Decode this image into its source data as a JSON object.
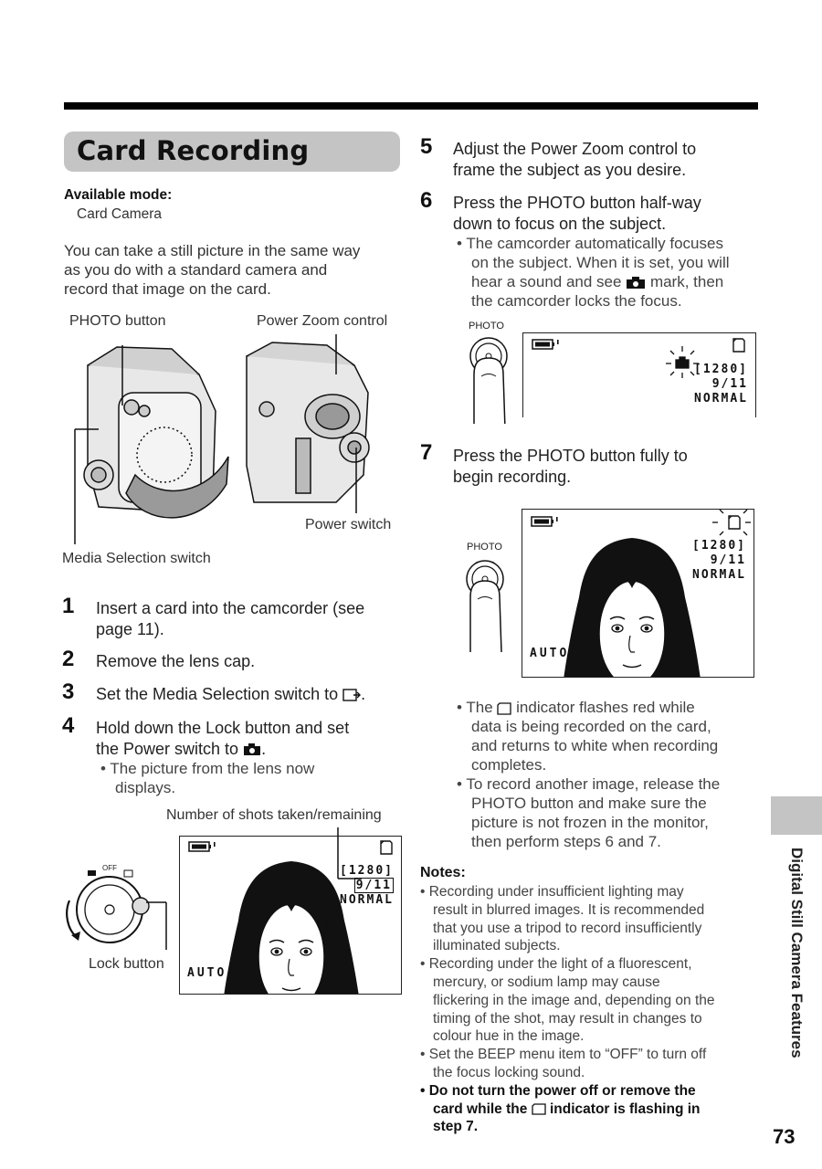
{
  "title": "Card Recording",
  "available_mode": {
    "label": "Available mode:",
    "value": "Card Camera"
  },
  "intro": [
    "You can take a still picture in the same way",
    "as you do with a standard camera and",
    "record that image on the card."
  ],
  "callouts": {
    "photo_button": "PHOTO button",
    "power_zoom": "Power Zoom control",
    "power_switch": "Power switch",
    "media_switch": "Media Selection switch",
    "shots_label": "Number of shots taken/remaining",
    "lock_button": "Lock button",
    "photo_small": "PHOTO",
    "dial_off": "OFF"
  },
  "steps_left": [
    {
      "num": "1",
      "lines": [
        "Insert a card into the camcorder (see",
        "page 11)."
      ]
    },
    {
      "num": "2",
      "lines": [
        "Remove the lens cap."
      ]
    },
    {
      "num": "3",
      "lines": [
        "Set the Media Selection switch to",
        "."
      ]
    },
    {
      "num": "4",
      "lines": [
        "Hold down the Lock button and set",
        "the Power switch to",
        "."
      ]
    }
  ],
  "step4_bullet": [
    "The picture from the lens now",
    "displays."
  ],
  "steps_right": [
    {
      "num": "5",
      "lines": [
        "Adjust the Power Zoom control to",
        "frame the subject as you desire."
      ]
    },
    {
      "num": "6",
      "lines": [
        "Press the PHOTO button half-way",
        "down to focus on the subject."
      ]
    },
    {
      "num": "7",
      "lines": [
        "Press the PHOTO button fully to",
        "begin recording."
      ]
    }
  ],
  "step6_bullet": [
    "The camcorder automatically focuses",
    "on the subject. When it is set, you will",
    "hear a sound and see",
    "mark, then",
    "the camcorder locks the focus."
  ],
  "step7_bullets": [
    [
      "The",
      "indicator flashes red while",
      "data is being recorded on the card,",
      "and returns to white when recording",
      "completes."
    ],
    [
      "To record another image, release the",
      "PHOTO button and make sure the",
      "picture is not frozen in the monitor,",
      "then perform steps 6 and 7."
    ]
  ],
  "osd": {
    "res": "[1280]",
    "count": "9/11",
    "quality": "NORMAL",
    "auto": "AUTO"
  },
  "notes": {
    "heading": "Notes:",
    "items": [
      [
        "Recording under insufficient lighting may",
        "result in blurred images. It is recommended",
        "that you use a tripod to record insufficiently",
        "illuminated subjects."
      ],
      [
        "Recording under the light of a fluorescent,",
        "mercury, or sodium lamp may cause",
        "flickering in the image and, depending on the",
        "timing of the shot, may result in changes to",
        "colour hue in the image."
      ],
      [
        "Set the BEEP menu item to “OFF” to turn off",
        "the focus locking sound."
      ]
    ],
    "warning": [
      "Do not turn the power off or remove the",
      "card while the",
      "indicator is flashing in",
      "step 7."
    ]
  },
  "side_title": "Digital Still Camera Features",
  "page_number": "73",
  "colors": {
    "title_bg": "#c4c4c4",
    "rule": "#000000",
    "text": "#222222"
  }
}
